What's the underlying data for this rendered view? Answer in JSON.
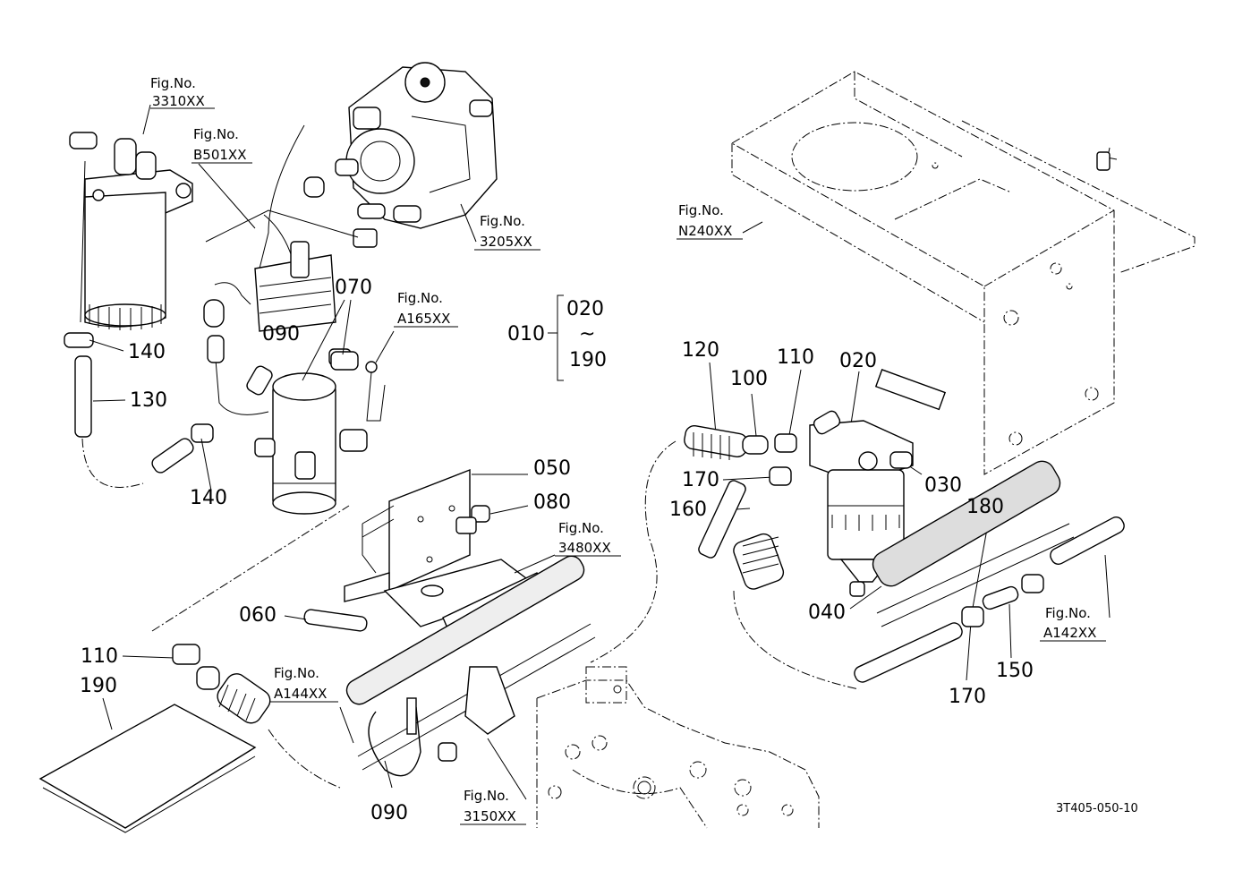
{
  "figure_refs": {
    "f3310": {
      "prefix": "Fig.No.",
      "code": "3310XX"
    },
    "fB501": {
      "prefix": "Fig.No.",
      "code": "B501XX"
    },
    "f3205": {
      "prefix": "Fig.No.",
      "code": "3205XX"
    },
    "fN240": {
      "prefix": "Fig.No.",
      "code": "N240XX"
    },
    "fA165": {
      "prefix": "Fig.No.",
      "code": "A165XX"
    },
    "f3480": {
      "prefix": "Fig.No.",
      "code": "3480XX"
    },
    "fA142": {
      "prefix": "Fig.No.",
      "code": "A142XX"
    },
    "fA144": {
      "prefix": "Fig.No.",
      "code": "A144XX"
    },
    "f3150": {
      "prefix": "Fig.No.",
      "code": "3150XX"
    }
  },
  "parts": {
    "p010": "010",
    "p020_range": "020",
    "p190_range": "190",
    "tilde": "~",
    "p020": "020",
    "p030": "030",
    "p040": "040",
    "p050": "050",
    "p060": "060",
    "p070": "070",
    "p080": "080",
    "p090_top": "090",
    "p090_bottom": "090",
    "p100": "100",
    "p110_top": "110",
    "p110_left": "110",
    "p120": "120",
    "p130": "130",
    "p140_top": "140",
    "p140_mid": "140",
    "p150": "150",
    "p160": "160",
    "p170_left": "170",
    "p170_bottom": "170",
    "p180": "180",
    "p190": "190"
  },
  "drawing_code": "3T405-050-10"
}
